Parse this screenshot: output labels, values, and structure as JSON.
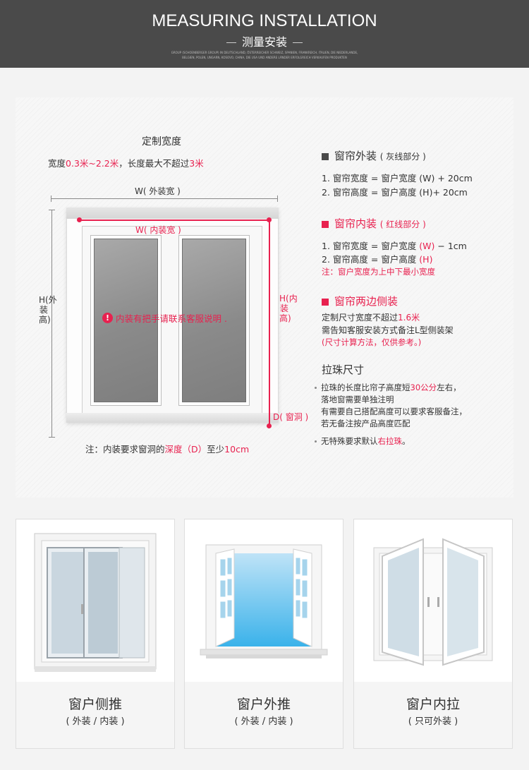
{
  "header": {
    "title": "MEASURING  INSTALLATION",
    "subtitle": "测量安装",
    "fine_line1": "GROUP (SCHOENBERGER GROUP) IN DEUTSCHLAND, ÖSTERREICHER SCHWEIZ, SPANIEN, FRANKREICH, ITALIEN, DIE NIEDERLANDE,",
    "fine_line2": "BELGIEN, POLEN, UNGARN, KOSOVO, CHINA, DIE USA UND ANDERE LÄNDER ERFOLGREICH VERKAUFEN PRODUKTEN"
  },
  "diagram": {
    "title": "定制宽度",
    "desc_pre": "宽度",
    "desc_red1": "0.3米~2.2米",
    "desc_mid": "，长度最大不超过",
    "desc_red2": "3米",
    "w_outer": "W( 外装宽 )",
    "w_inner": "W( 内装宽 )",
    "h_outer": "H(外装高)",
    "h_inner": "H(内装高)",
    "d_label": "D( 窗洞 )",
    "warning_icon": "!",
    "warning": "内装有把手请联系客服说明 .",
    "note_pre": "注：内装要求窗洞的",
    "note_red": "深度（D）",
    "note_mid": "至少",
    "note_end": "10cm"
  },
  "outer": {
    "title": "窗帘外装",
    "tag": "( 灰线部分 )",
    "row1": "1. 窗帘宽度 = 窗户宽度 (W) + 20cm",
    "row2": "2. 窗帘高度 = 窗户高度 (H)+ 20cm"
  },
  "inner": {
    "title": "窗帘内装",
    "tag": "( 红线部分 )",
    "row1_pre": "1. 窗帘宽度 = 窗户宽度 ",
    "row1_red": "(W)",
    "row1_end": " − 1cm",
    "row2_pre": "2. 窗帘高度 = 窗户高度 ",
    "row2_red": "(H)",
    "note": "注：窗户宽度为上中下最小宽度"
  },
  "side": {
    "title": "窗帘两边侧装",
    "line1_pre": "定制尺寸宽度不超过",
    "line1_red": "1.6米",
    "line2": "需告知客服安装方式备注L型侧装架",
    "line3": "(尺寸计算方法，仅供参考。)"
  },
  "bead": {
    "title": "拉珠尺寸",
    "b1_pre": "拉珠的长度比帘子高度短",
    "b1_red": "30公分",
    "b1_end": "左右，",
    "b2": "落地窗需要单独注明",
    "b3": "有需要自己搭配高度可以要求客服备注，",
    "b4": "若无备注按产品高度匹配",
    "b5_pre": "无特殊要求默认",
    "b5_red": "右拉珠",
    "b5_end": "。"
  },
  "cards": [
    {
      "name": "窗户侧推",
      "sub": "( 外装 / 内装 )"
    },
    {
      "name": "窗户外推",
      "sub": "( 外装 / 内装 )"
    },
    {
      "name": "窗户内拉",
      "sub": "( 只可外装 )"
    }
  ],
  "colors": {
    "accent": "#e8214f",
    "header_bg": "#4a4a4a",
    "section_square": "#4a4a4a"
  }
}
